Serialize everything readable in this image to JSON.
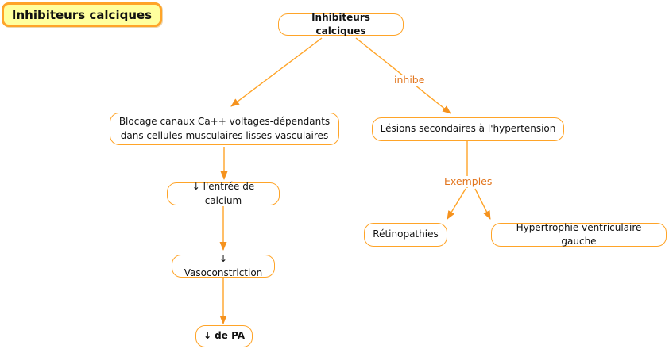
{
  "map_title": "Inhibiteurs calciques",
  "colors": {
    "accent_orange_border": "#FFA428",
    "arrowhead_orange": "#F5921E",
    "link_label_orange": "#E2751D",
    "title_background_yellow": "#FFFF9E",
    "node_background": "#FFFFFF",
    "text_black": "#111111"
  },
  "nodes": {
    "root": {
      "text": "Inhibiteurs calciques"
    },
    "blocage": {
      "text": "Blocage canaux Ca++ voltages-dépendants\ndans cellules musculaires lisses vasculaires"
    },
    "lesions": {
      "text": "Lésions secondaires à l'hypertension"
    },
    "entree": {
      "text": "↓ l'entrée de calcium"
    },
    "vaso": {
      "text": "↓ Vasoconstriction"
    },
    "pa": {
      "text": "↓ de PA"
    },
    "retino": {
      "text": "Rétinopathies"
    },
    "hyper": {
      "text": "Hypertrophie ventriculaire gauche"
    }
  },
  "link_labels": {
    "inhibe": "inhibe",
    "exemples": "Exemples"
  },
  "links": [
    {
      "from": "root",
      "to": "blocage"
    },
    {
      "from": "root",
      "to": "lesions",
      "label": "inhibe"
    },
    {
      "from": "blocage",
      "to": "entree"
    },
    {
      "from": "entree",
      "to": "vaso"
    },
    {
      "from": "vaso",
      "to": "pa"
    },
    {
      "from": "lesions",
      "to": "retino",
      "label": "Exemples"
    },
    {
      "from": "lesions",
      "to": "hyper",
      "label": "Exemples"
    }
  ]
}
